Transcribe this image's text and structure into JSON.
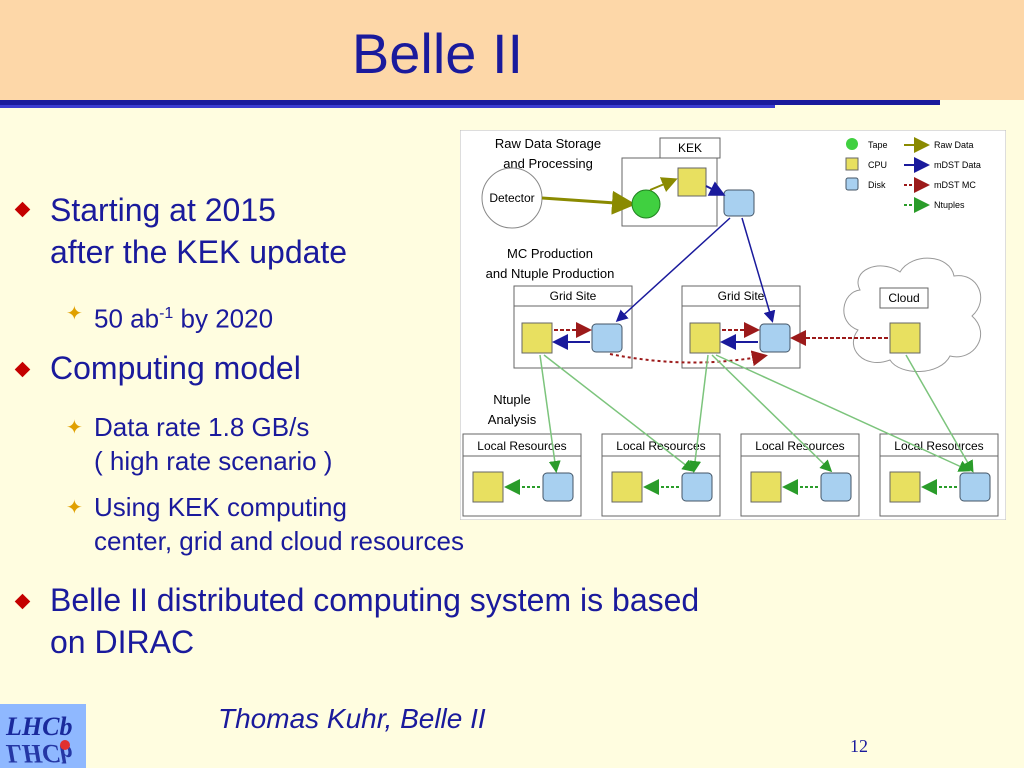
{
  "title": "Belle II",
  "bullets": {
    "b1_line1": "Starting at 2015",
    "b1_line2": "after the KEK update",
    "sub1_prefix": "50 ab",
    "sub1_sup": "-1",
    "sub1_suffix": " by 2020",
    "b2": "Computing model",
    "sub2_line1": "Data rate 1.8 GB/s",
    "sub2_line2": "( high rate scenario )",
    "sub3_line1": "Using KEK computing",
    "sub3_line2": "center, grid and cloud resources",
    "b3_line1": "Belle II distributed computing system is based",
    "b3_line2": "on DIRAC"
  },
  "diagram": {
    "raw_storage_line1": "Raw Data Storage",
    "raw_storage_line2": "and Processing",
    "kek": "KEK",
    "detector": "Detector",
    "mc_line1": "MC Production",
    "mc_line2": "and Ntuple Production",
    "grid_site": "Grid Site",
    "cloud": "Cloud",
    "ntuple_line1": "Ntuple",
    "ntuple_line2": "Analysis",
    "local_resources": "Local Resources",
    "legend": {
      "tape": "Tape",
      "cpu": "CPU",
      "disk": "Disk",
      "raw_data": "Raw Data",
      "mdst_data": "mDST Data",
      "mdst_mc": "mDST MC",
      "ntuples": "Ntuples"
    },
    "colors": {
      "raw_data": "#8a8a00",
      "mdst_data": "#1a1a9c",
      "mdst_mc": "#9c1a1a",
      "ntuples": "#2a9c2a",
      "cpu": "#e8e060",
      "disk": "#a8d0f0",
      "tape": "#40d040"
    }
  },
  "footer": {
    "author": "Thomas Kuhr, Belle II",
    "page": "12",
    "logo_text": "LHCb"
  }
}
